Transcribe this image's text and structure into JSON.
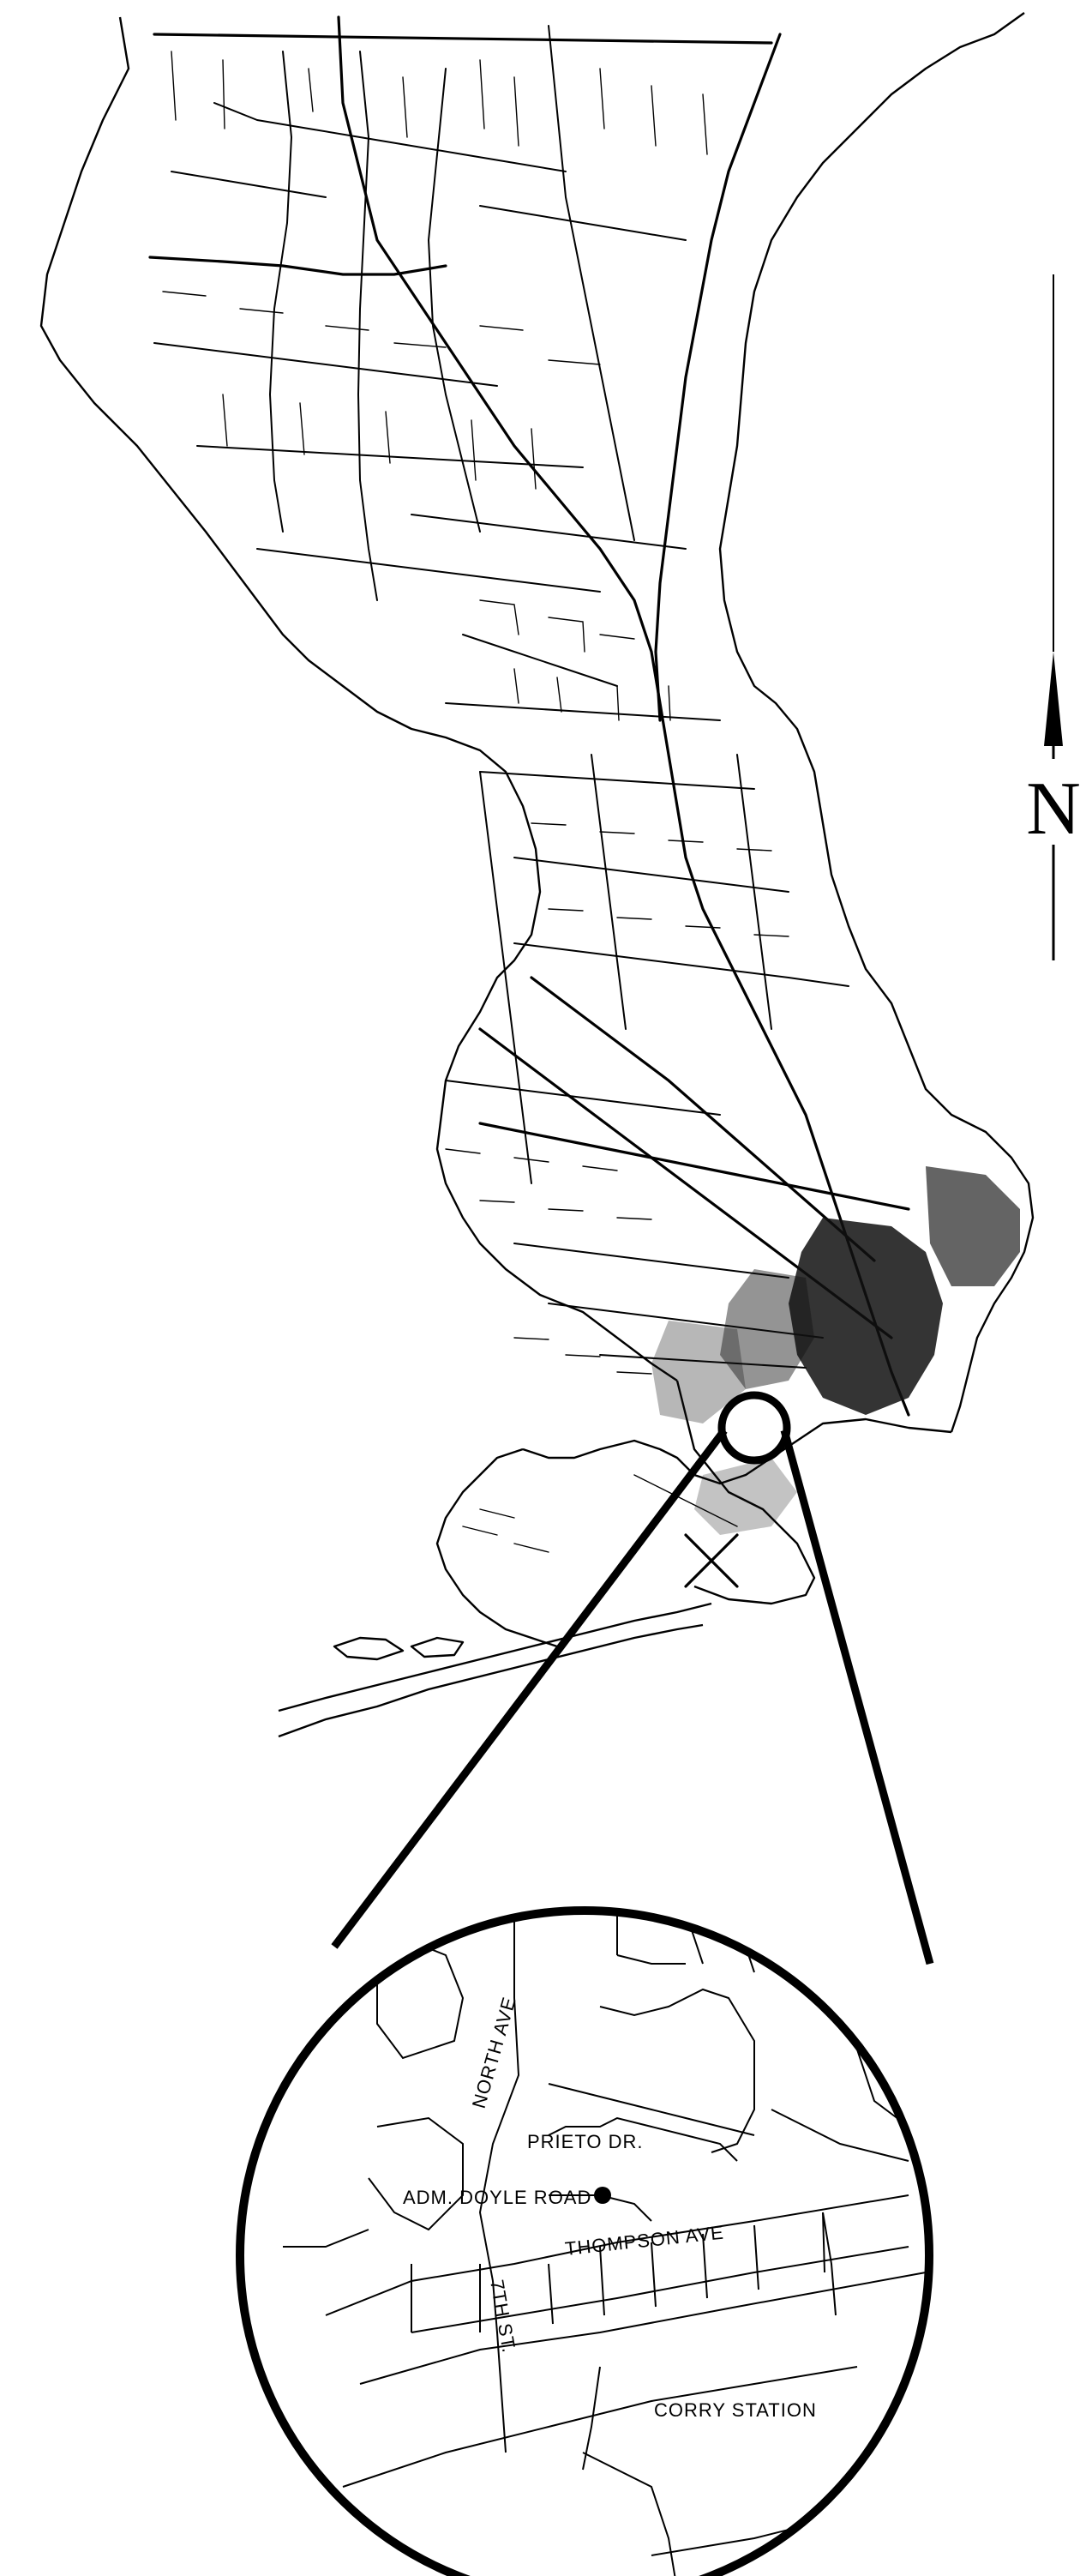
{
  "map": {
    "north_letter": "N",
    "inset": {
      "labels": {
        "north_ave": "NORTH AVE",
        "prieto_dr": "PRIETO DR.",
        "adm_doyle_road": "ADM. DOYLE ROAD",
        "thompson_ave": "THOMPSON AVE",
        "seventh_st": "7TH ST.",
        "corry_station": "CORRY STATION"
      }
    }
  }
}
